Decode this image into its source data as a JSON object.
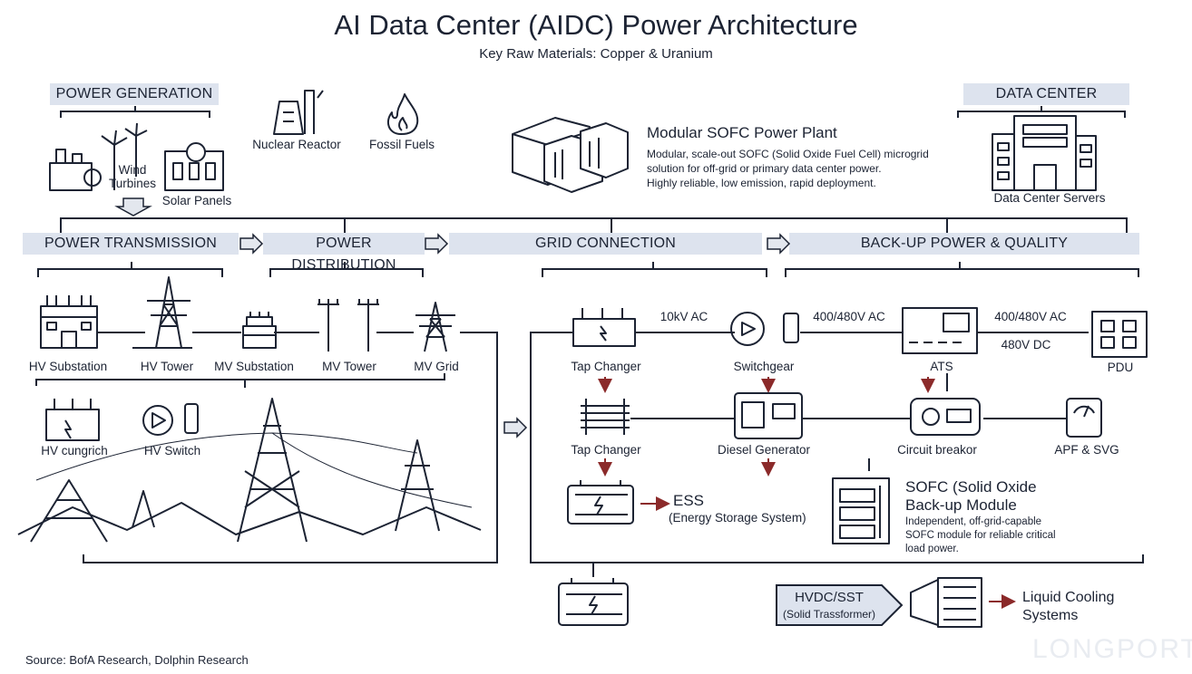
{
  "title": "AI Data Center (AIDC) Power Architecture",
  "subtitle": "Key Raw Materials: Copper & Uranium",
  "sections": {
    "power_generation": "POWER GENERATION",
    "data_center": "DATA CENTER",
    "power_transmission": "POWER TRANSMISSION",
    "power_distribution": "POWER DISTRIBUTION",
    "grid_connection": "GRID CONNECTION",
    "backup_power": "BACK-UP POWER & QUALITY"
  },
  "generation": {
    "wind": "Wind\nTurbines",
    "solar": "Solar Panels",
    "nuclear": "Nuclear Reactor",
    "fossil": "Fossil Fuels"
  },
  "sofc_plant": {
    "title": "Modular SOFC Power Plant",
    "line1": "Modular, scale-out SOFC (Solid Oxide Fuel Cell) microgrid",
    "line2": "solution for off-grid or primary data center power.",
    "line3": "Highly reliable, low emission, rapid deployment."
  },
  "data_center_servers": "Data Center Servers",
  "transmission": {
    "hv_substation": "HV Substation",
    "hv_tower": "HV Tower",
    "mv_substation": "MV Substation",
    "mv_tower": "MV Tower",
    "mv_grid": "MV Grid",
    "hv_cungrich": "HV cungrich",
    "hv_switch": "HV Switch"
  },
  "grid": {
    "tap_changer_1": "Tap Changer",
    "v10kv": "10kV AC",
    "switchgear": "Switchgear",
    "v400_1": "400/480V AC",
    "ats": "ATS",
    "v400_2": "400/480V AC",
    "v480dc": "480V DC",
    "pdu": "PDU",
    "tap_changer_2": "Tap Changer",
    "diesel": "Diesel Generator",
    "circuit": "Circuit breakor",
    "apf": "APF & SVG",
    "ess": "ESS",
    "ess_full": "(Energy Storage System)"
  },
  "sofc_backup": {
    "title1": "SOFC (Solid Oxide",
    "title2": "Back-up Module",
    "line1": "Independent, off-grid-capable",
    "line2": "SOFC module for reliable critical",
    "line3": "load power."
  },
  "hvdc": {
    "label": "HVDC/SST",
    "sub": "(Solid Trassformer)"
  },
  "liquid_cooling": "Liquid Cooling\nSystems",
  "source": "Source: BofA Research, Dolphin Research",
  "watermark": "LONGPORT",
  "colors": {
    "ink": "#1c2333",
    "band": "#dde3ee",
    "arrow_red": "#8b2a2a"
  }
}
